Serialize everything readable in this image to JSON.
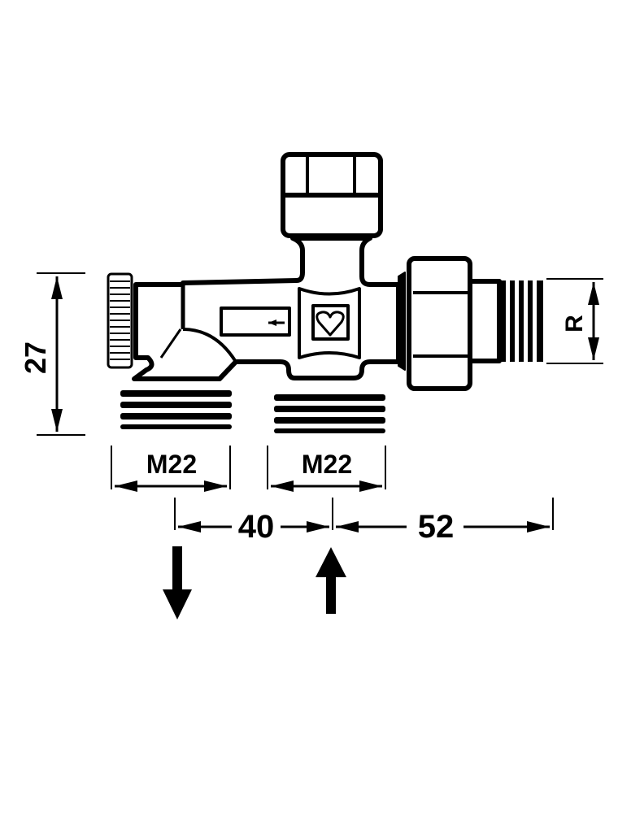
{
  "diagram": {
    "dimensions": {
      "height": "27",
      "thread_left": "M22",
      "thread_right": "M22",
      "spacing": "40",
      "length": "52",
      "pipe_thread": "R"
    },
    "colors": {
      "line": "#000000",
      "background": "#ffffff"
    }
  }
}
